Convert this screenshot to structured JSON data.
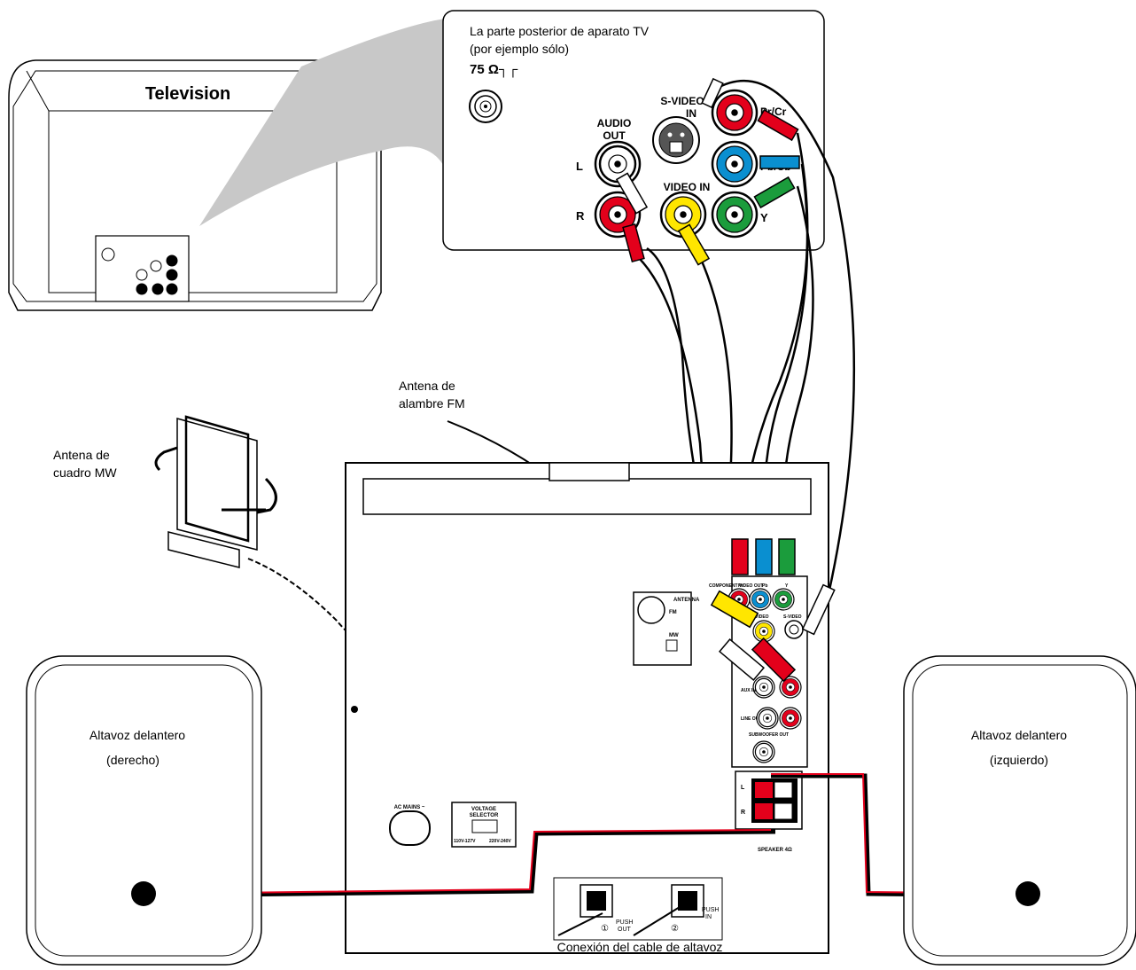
{
  "tv": {
    "title": "Television",
    "callout_title_line1": "La parte posterior de aparato TV",
    "callout_title_line2": "(por ejemplo sólo)",
    "antenna_label": "75 Ω┐┌",
    "svideo_label_line1": "S-VIDEO",
    "svideo_label_line2": "IN",
    "audio_out_line1": "AUDIO",
    "audio_out_line2": "OUT",
    "left_label": "L",
    "right_label": "R",
    "video_in_label": "VIDEO IN",
    "pr_label": "Pr/Cr",
    "pb_label": "Pb/Cb",
    "y_label": "Y"
  },
  "labels": {
    "fm_antenna_line1": "Antena de",
    "fm_antenna_line2": "alambre FM",
    "mw_antenna_line1": "Antena de",
    "mw_antenna_line2": "cuadro MW",
    "speaker_right_line1": "Altavoz delantero",
    "speaker_right_line2": "(derecho)",
    "speaker_left_line1": "Altavoz delantero",
    "speaker_left_line2": "(izquierdo)",
    "speaker_connection": "Conexión del cable de altavoz",
    "push_out_num": "①",
    "push_out_line1": "PUSH",
    "push_out_line2": "OUT",
    "push_in_num": "②",
    "push_in_line1": "PUSH",
    "push_in_line2": "IN"
  },
  "unit_panel": {
    "ac_mains": "AC MAINS ~",
    "voltage_line1": "VOLTAGE",
    "voltage_line2": "SELECTOR",
    "voltage_low": "110V-127V",
    "voltage_high": "220V-240V",
    "antenna": "ANTENNA",
    "fm": "FM",
    "mw": "MW",
    "component": "COMPONENT VIDEO OUT",
    "video": "VIDEO",
    "svideo": "S-VIDEO",
    "aux_in": "AUX IN",
    "line_out": "LINE OUT",
    "subwoofer_out": "SUBWOOFER OUT",
    "speaker": "SPEAKER 4Ω",
    "speaker_l": "L",
    "speaker_r": "R",
    "comp_pr": "Pr",
    "comp_pb": "Pb",
    "comp_y": "Y"
  },
  "colors": {
    "red": "#e3001b",
    "blue": "#0a8fd0",
    "green": "#1b9c3c",
    "yellow": "#ffe600",
    "callout_gray": "#c8c8c8"
  }
}
